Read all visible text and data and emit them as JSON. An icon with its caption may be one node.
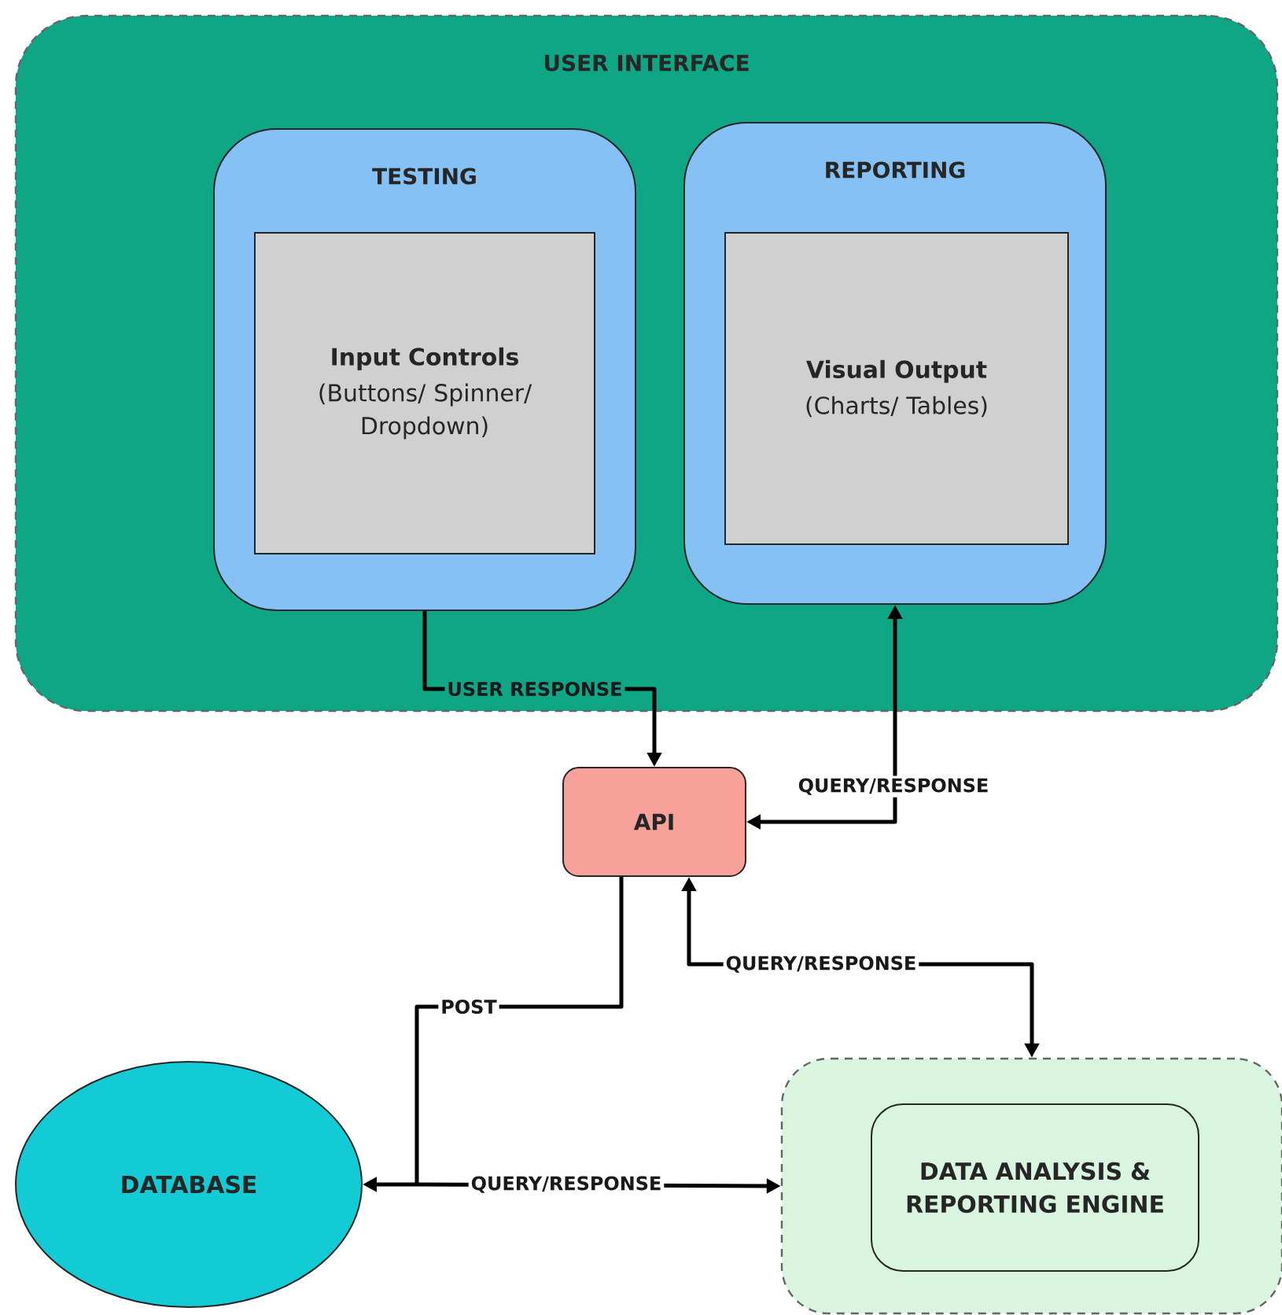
{
  "diagram": {
    "nodes": [
      {
        "text": [
          "USER INTERFACE"
        ]
      },
      {
        "text": [
          "TESTING"
        ],
        "in": 0
      },
      {
        "text": [
          "Input Controls",
          "(Buttons/ Spinner/ Dropdown)"
        ],
        "in": 1
      },
      {
        "text": [
          "REPORTING"
        ],
        "in": 0
      },
      {
        "text": [
          "Visual Output",
          "(Charts/ Tables)"
        ],
        "in": 3
      },
      {
        "text": [
          "API"
        ]
      },
      {
        "text": [
          "DATABASE"
        ]
      },
      {
        "text": [],
        "shape": "box"
      },
      {
        "text": [
          "DATA ANALYSIS & REPORTING ENGINE"
        ],
        "in": 7
      }
    ],
    "edges": [
      {
        "from": 1,
        "to": 5,
        "arrow": "to",
        "label": "USER RESPONSE"
      },
      {
        "from": 5,
        "to": 3,
        "arrow": "both",
        "label": "QUERY/RESPONSE"
      },
      {
        "from": 7,
        "to": 5,
        "arrow": "both",
        "label": "QUERY/RESPONSE"
      },
      {
        "from": 5,
        "to": 6,
        "arrow": "to",
        "label": "POST"
      },
      {
        "from": 6,
        "to": 7,
        "arrow": "both",
        "label": "QUERY/RESPONSE"
      }
    ]
  }
}
